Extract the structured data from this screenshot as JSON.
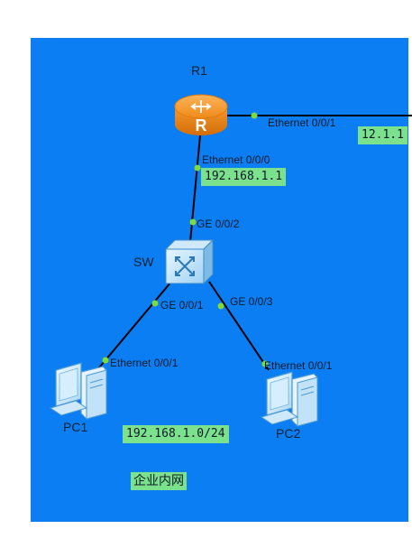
{
  "devices": {
    "r1": {
      "label": "R1",
      "icon": "router-icon"
    },
    "sw": {
      "label": "SW",
      "icon": "switch-icon"
    },
    "pc1": {
      "label": "PC1",
      "icon": "pc-icon"
    },
    "pc2": {
      "label": "PC2",
      "icon": "pc-icon"
    }
  },
  "ports": {
    "r1_e001": "Ethernet 0/0/1",
    "r1_e000": "Ethernet 0/0/0",
    "sw_ge002": "GE 0/0/2",
    "sw_ge001": "GE 0/0/1",
    "sw_ge003": "GE 0/0/3",
    "pc1_e001": "Ethernet 0/0/1",
    "pc2_e001": "Ethernet 0/0/1"
  },
  "tags": {
    "wan_ip": "12.1.1",
    "gateway_ip": "192.168.1.1",
    "lan_subnet": "192.168.1.0/24",
    "zone_name": "企业内网"
  },
  "colors": {
    "background": "#0a7ef2",
    "link": "#000000",
    "port_dot": "#7ddc3c",
    "label_bg": "#7ce18c",
    "router_orange": "#f08a1a"
  }
}
